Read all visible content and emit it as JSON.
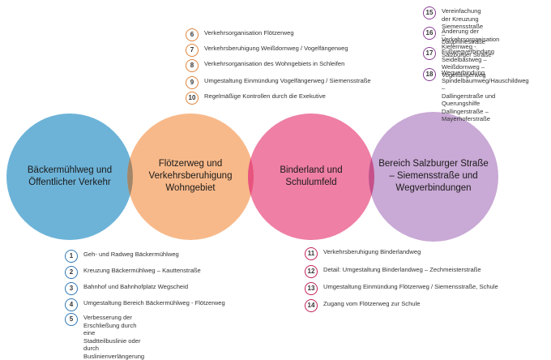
{
  "colors": {
    "blue": "#6db3d8",
    "orange": "#f8b98a",
    "pink": "#ef7fa4",
    "purple": "#c9a9d5",
    "overlap_blue_orange": "#a2876a",
    "overlap_orange_pink": "#e8547d",
    "overlap_pink_purple": "#c5508a",
    "ring_blue": "#2e78b7",
    "ring_orange": "#e0843d",
    "ring_pink": "#c2215b",
    "ring_purple": "#8a3d96"
  },
  "circles": [
    {
      "id": "blue",
      "label": "Bäckermühlweg und\nÖffentlicher Verkehr"
    },
    {
      "id": "orange",
      "label": "Flötzerweg und\nVerkehrsberuhigung\nWohngebiet"
    },
    {
      "id": "pink",
      "label": "Binderland und\nSchulumfeld"
    },
    {
      "id": "purple",
      "label": "Bereich Salzburger Straße\n– Siemensstraße und\nWegverbindungen"
    }
  ],
  "lists": {
    "blue": [
      {
        "num": "1",
        "text": "Geh- und Radweg Bäckermühlweg"
      },
      {
        "num": "2",
        "text": "Kreuzung Bäckermühlweg – Kauttenstraße"
      },
      {
        "num": "3",
        "text": "Bahnhof und Bahnhofplatz Wegscheid"
      },
      {
        "num": "4",
        "text": "Umgestaltung Bereich Bäckermühlweg - Flötzerweg"
      },
      {
        "num": "5",
        "text": "Verbesserung der Erschließung durch eine\nStadtteilbuslinie oder durch\nBuslinienverlängerung"
      }
    ],
    "orange": [
      {
        "num": "6",
        "text": "Verkehrsorganisation Flötzerweg"
      },
      {
        "num": "7",
        "text": "Verkehrsberuhigung Weißdornweg / Vogelfängerweg"
      },
      {
        "num": "8",
        "text": "Verkehrsorganisation des Wohngebiets in Schleifen"
      },
      {
        "num": "9",
        "text": "Umgestaltung Einmündung Vogelfängerweg / Siemensstraße"
      },
      {
        "num": "10",
        "text": "Regelmäßige Kontrollen durch die Exekutive"
      }
    ],
    "pink": [
      {
        "num": "11",
        "text": "Verkehrsberuhigung Binderlandweg"
      },
      {
        "num": "12",
        "text": "Detail: Umgestaltung Binderlandweg – Zechmeisterstraße"
      },
      {
        "num": "13",
        "text": "Umgestaltung Einmündung Flötzerweg / Siemensstraße, Schule"
      },
      {
        "num": "14",
        "text": "Zugang vom Flötzerweg zur Schule"
      }
    ],
    "purple": [
      {
        "num": "15",
        "text": "Vereinfachung der Kreuzung\nSiemensstraße – Dauphinestraße"
      },
      {
        "num": "16",
        "text": "Änderung der Verkehrsorganisation\nKiefernweg - Salzburger Straße"
      },
      {
        "num": "17",
        "text": "Fußwegverbindung Seidelbastweg –\nWeißdornweg – Vogelfängerweg"
      },
      {
        "num": "18",
        "text": "Wegverbindung\nSpindelbaumweg/Hauschildweg –\nDallingerstraße und Querungshilfe\nDallingerstraße – Mayerhoferstraße"
      }
    ]
  }
}
